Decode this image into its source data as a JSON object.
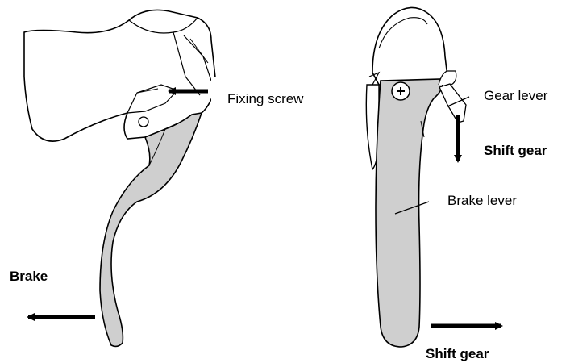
{
  "labels": {
    "fixing_screw": "Fixing screw",
    "gear_lever": "Gear lever",
    "shift_gear_side": "Shift gear",
    "brake_lever": "Brake lever",
    "brake": "Brake",
    "shift_gear_bottom": "Shift gear"
  },
  "colors": {
    "lever_fill": "#cfcfcf",
    "outline": "#000000",
    "background": "#ffffff"
  }
}
